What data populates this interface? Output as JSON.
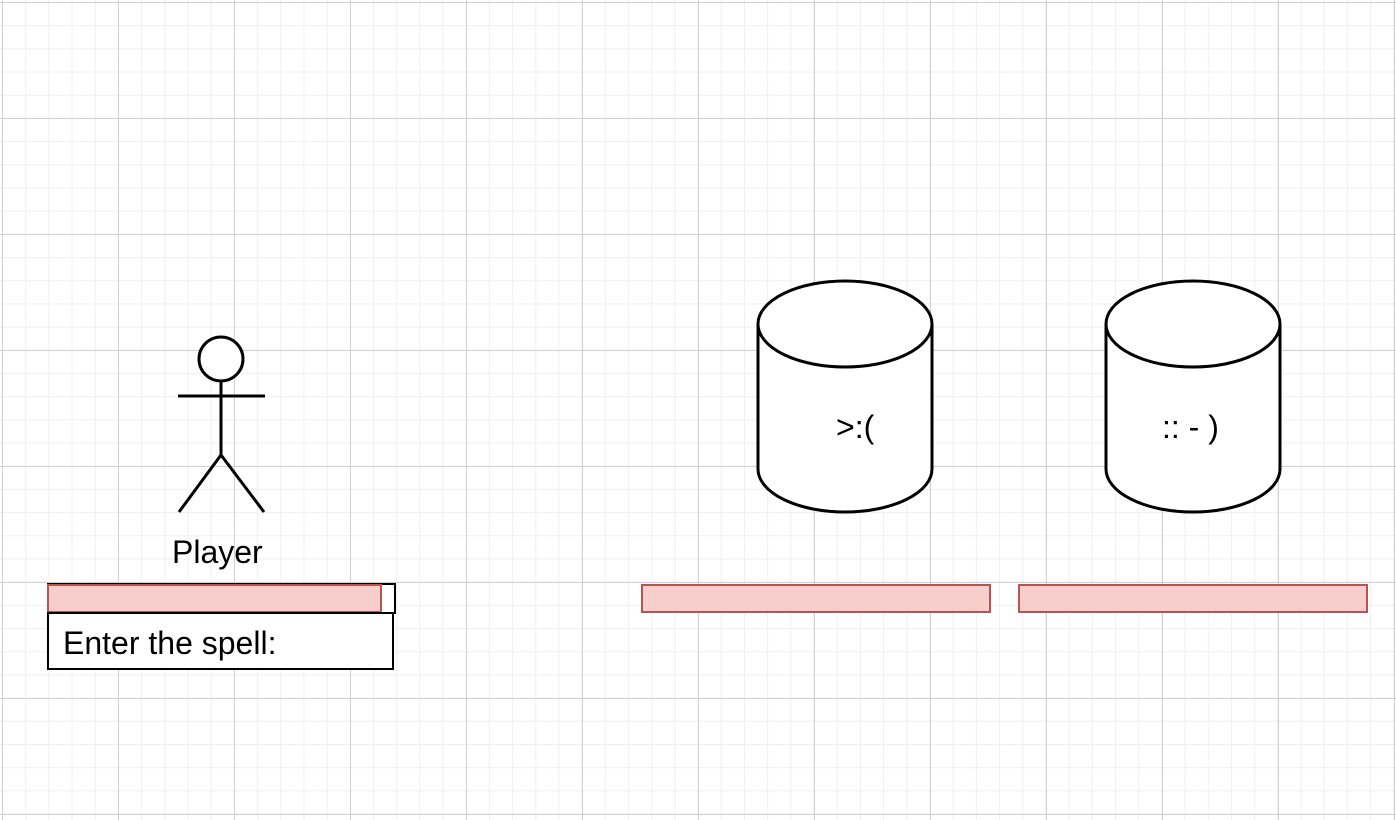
{
  "player": {
    "label": "Player",
    "health_fill": 1.0
  },
  "spell_input": {
    "prompt": "Enter the spell:"
  },
  "enemies": [
    {
      "face": ">:(",
      "health_fill": 1.0
    },
    {
      "face": ":: - )",
      "health_fill": 1.0
    }
  ],
  "colors": {
    "bar_fill": "#f8cecc",
    "bar_border": "#b85450",
    "stroke": "#000000"
  }
}
